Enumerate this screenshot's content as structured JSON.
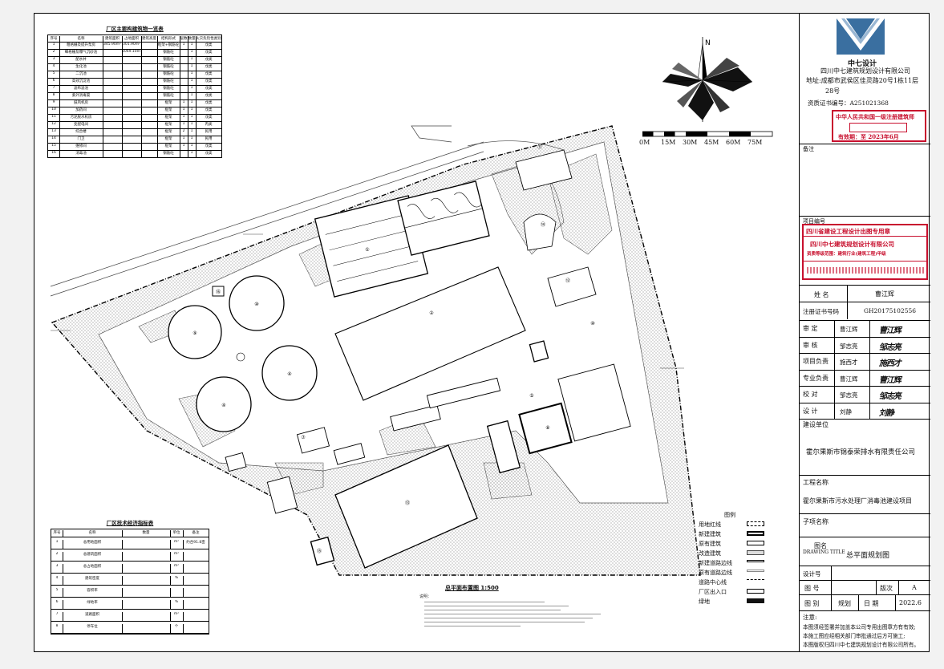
{
  "scale_bar": {
    "ticks": [
      "0M",
      "15M",
      "30M",
      "45M",
      "60M",
      "75M"
    ]
  },
  "north_label": "N",
  "upper_table": {
    "title": "厂区主要构建筑物一览表",
    "headers": [
      "序号",
      "名称",
      "建筑面积",
      "占地面积",
      "建筑高度",
      "结构形式",
      "层数",
      "数量",
      "火灾危险性类别"
    ],
    "rows": [
      [
        "1",
        "粗格栅及提升泵房",
        "345.90m²",
        "301.90m²",
        "",
        "框架+钢筋砼",
        "1",
        "1",
        "戊类"
      ],
      [
        "2",
        "细格栅及曝气沉砂池",
        "",
        "1069.10m²",
        "",
        "钢筋砼",
        "",
        "1",
        "戊类"
      ],
      [
        "3",
        "配水井",
        "",
        "",
        "",
        "钢筋砼",
        "",
        "1",
        "戊类"
      ],
      [
        "4",
        "生化池",
        "",
        "",
        "",
        "钢筋砼",
        "",
        "1",
        "戊类"
      ],
      [
        "5",
        "二沉池",
        "",
        "",
        "",
        "钢筋砼",
        "",
        "1",
        "戊类"
      ],
      [
        "6",
        "高效沉淀池",
        "",
        "",
        "",
        "钢筋砼",
        "",
        "1",
        "戊类"
      ],
      [
        "7",
        "滤布滤池",
        "",
        "",
        "",
        "钢筋砼",
        "",
        "1",
        "戊类"
      ],
      [
        "8",
        "紫外消毒渠",
        "",
        "",
        "",
        "钢筋砼",
        "",
        "1",
        "戊类"
      ],
      [
        "9",
        "鼓风机房",
        "",
        "",
        "",
        "框架",
        "1",
        "1",
        "戊类"
      ],
      [
        "10",
        "加药间",
        "",
        "",
        "",
        "框架",
        "1",
        "1",
        "戊类"
      ],
      [
        "11",
        "污泥脱水机房",
        "",
        "",
        "",
        "框架",
        "1",
        "1",
        "戊类"
      ],
      [
        "12",
        "变配电间",
        "",
        "",
        "",
        "框架",
        "1",
        "1",
        "丙类"
      ],
      [
        "13",
        "综合楼",
        "",
        "",
        "",
        "框架",
        "2",
        "1",
        "民用"
      ],
      [
        "14",
        "门卫",
        "",
        "",
        "",
        "框架",
        "1",
        "1",
        "民用"
      ],
      [
        "15",
        "维修间",
        "",
        "",
        "",
        "框架",
        "1",
        "1",
        "戊类"
      ],
      [
        "16",
        "消毒池",
        "",
        "",
        "",
        "钢筋砼",
        "",
        "1",
        "戊类"
      ]
    ]
  },
  "lower_table": {
    "title": "厂区技术经济指标表",
    "headers": [
      "序号",
      "名称",
      "数量",
      "单位",
      "备注"
    ],
    "rows": [
      [
        "1",
        "总用地面积",
        "",
        "m²",
        "约合91.8亩"
      ],
      [
        "2",
        "总建筑面积",
        "",
        "m²",
        ""
      ],
      [
        "3",
        "总占地面积",
        "",
        "m²",
        ""
      ],
      [
        "4",
        "建筑密度",
        "",
        "%",
        ""
      ],
      [
        "5",
        "容积率",
        "",
        "",
        ""
      ],
      [
        "6",
        "绿地率",
        "",
        "%",
        ""
      ],
      [
        "7",
        "道路面积",
        "",
        "m²",
        ""
      ],
      [
        "8",
        "停车位",
        "",
        "个",
        ""
      ]
    ]
  },
  "drawing_title": "总平面布置图 1:500",
  "notes_label": "说明：",
  "legend": {
    "title": "图例",
    "items": [
      "用地红线",
      "新建建筑",
      "原有建筑",
      "改造建筑",
      "新建道路边线",
      "原有道路边线",
      "道路中心线",
      "厂区出入口",
      "绿地"
    ]
  },
  "title_block": {
    "company_short": "中七设计",
    "company_name": "四川中七建筑规划设计有限公司",
    "address_line1": "地址:成都市武侯区佳灵路20号1栋11层",
    "address_line2": "28号",
    "cert_no": "资质证书编号：A251021368",
    "stamp1_line1": "中华人民共和国一级注册建筑师",
    "stamp1_line2": "有效期：至 2023年6月",
    "remarks_label": "备注",
    "project_no_label": "项目编号",
    "stamp2_line1": "四川省建设工程设计出图专用章",
    "stamp2_line2": "四川中七建筑规划设计有限公司",
    "stamp2_line3": "资质等级范围：建筑行业(建筑工程)甲级",
    "name_label": "姓 名",
    "name_value": "曹江辉",
    "reg_no_label": "注册证书号码",
    "reg_no_value": "GH20175102556",
    "roles": [
      {
        "role": "审 定",
        "person": "曹江辉",
        "sign": "曹江辉"
      },
      {
        "role": "审 核",
        "person": "邹志亮",
        "sign": "邹志亮"
      },
      {
        "role": "项目负责",
        "person": "施西才",
        "sign": "施西才"
      },
      {
        "role": "专业负责",
        "person": "曹江辉",
        "sign": "曹江辉"
      },
      {
        "role": "校 对",
        "person": "邹志亮",
        "sign": "邹志亮"
      },
      {
        "role": "设 计",
        "person": "刘静",
        "sign": "刘静"
      }
    ],
    "client_label": "建设单位",
    "client_value": "霍尔果斯市锦泰荣排水有限责任公司",
    "project_label": "工程名称",
    "project_value": "霍尔果斯市污水处理厂消毒池建设项目",
    "subitem_label": "子项名称",
    "drawing_name_label": "图名",
    "drawing_name_label_en": "DRAWING TITLE",
    "drawing_name_value": "总平面规划图",
    "design_no_label": "设计号",
    "drawing_no_label": "图 号",
    "version_label": "版次",
    "version_value": "A",
    "category_label": "图 别",
    "category_value": "规划",
    "date_label": "日 期",
    "date_value": "2022.6",
    "notice_label": "注意:",
    "notice_1": "本图须经签署并加盖本公司专用出图章方有有效;",
    "notice_2": "本施工图应经相关部门审批通过后方可施工;",
    "notice_3": "本图版权归四川中七建筑规划设计有限公司所有。"
  },
  "buildings": {
    "b1": "①",
    "b2": "②",
    "b3": "③",
    "b4": "④",
    "b5": "⑤",
    "b6": "⑥",
    "b7": "⑦",
    "b8": "⑧",
    "b9": "⑨",
    "b10": "⑩",
    "b11": "⑪",
    "b12": "⑫",
    "b13": "⑬",
    "b14": "⑭",
    "b15": "⑮",
    "b16": "⑯"
  },
  "colors": {
    "stamp_red": "#c8102e",
    "logo_blue": "#3a6fa0"
  }
}
